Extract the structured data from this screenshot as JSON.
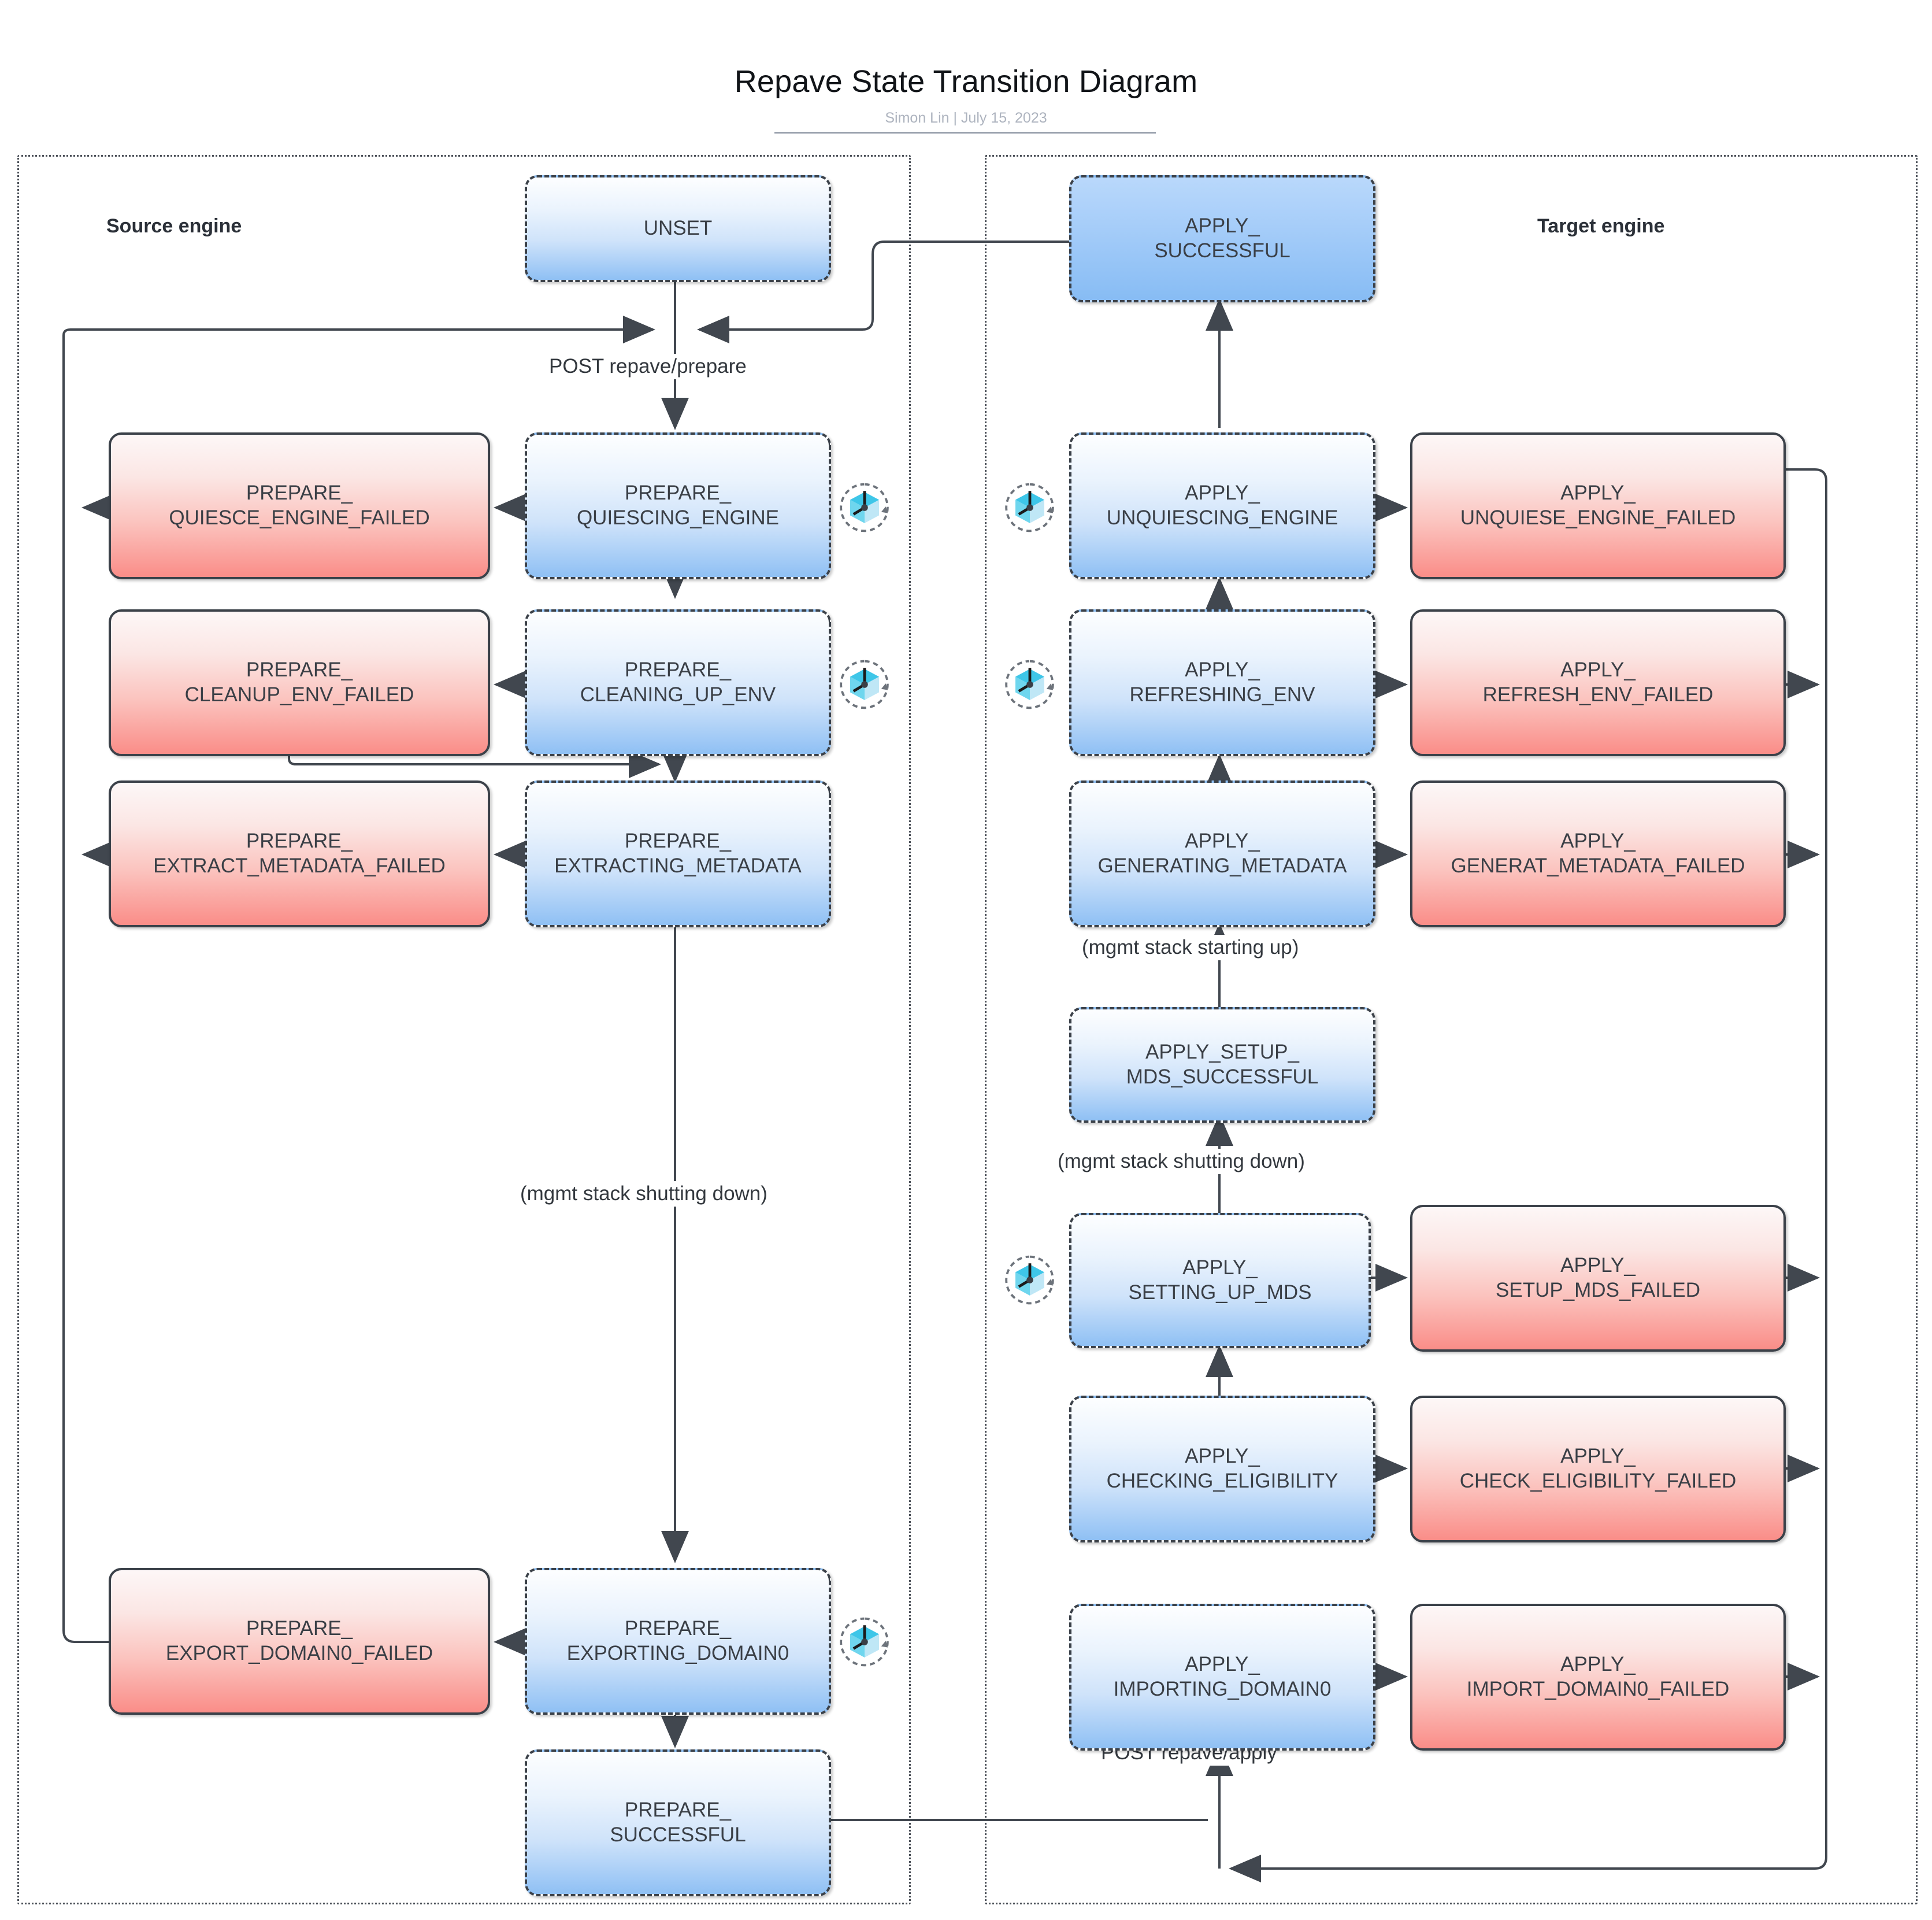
{
  "header": {
    "title": "Repave State Transition Diagram",
    "subtitle": "Simon Lin  |  July 15, 2023"
  },
  "lanes": [
    {
      "id": "source",
      "label": "Source engine"
    },
    {
      "id": "target",
      "label": "Target engine"
    }
  ],
  "nodes": {
    "unset": {
      "label": "UNSET",
      "kind": "blue"
    },
    "prepare_quiescing": {
      "label": "PREPARE_\nQUIESCING_ENGINE",
      "kind": "blue"
    },
    "prepare_quiesce_failed": {
      "label": "PREPARE_\nQUIESCE_ENGINE_FAILED",
      "kind": "red"
    },
    "prepare_cleaning": {
      "label": "PREPARE_\nCLEANING_UP_ENV",
      "kind": "blue"
    },
    "prepare_cleanup_failed": {
      "label": "PREPARE_\nCLEANUP_ENV_FAILED",
      "kind": "red"
    },
    "prepare_extracting": {
      "label": "PREPARE_\nEXTRACTING_METADATA",
      "kind": "blue"
    },
    "prepare_extract_failed": {
      "label": "PREPARE_\nEXTRACT_METADATA_FAILED",
      "kind": "red"
    },
    "prepare_exporting": {
      "label": "PREPARE_\nEXPORTING_DOMAIN0",
      "kind": "blue"
    },
    "prepare_export_failed": {
      "label": "PREPARE_\nEXPORT_DOMAIN0_FAILED",
      "kind": "red"
    },
    "prepare_successful": {
      "label": "PREPARE_\nSUCCESSFUL",
      "kind": "blue"
    },
    "apply_successful": {
      "label": "APPLY_\nSUCCESSFUL",
      "kind": "blue-solid"
    },
    "apply_unquiescing": {
      "label": "APPLY_\nUNQUIESCING_ENGINE",
      "kind": "blue"
    },
    "apply_unquiese_failed": {
      "label": "APPLY_\nUNQUIESE_ENGINE_FAILED",
      "kind": "red"
    },
    "apply_refreshing": {
      "label": "APPLY_\nREFRESHING_ENV",
      "kind": "blue"
    },
    "apply_refresh_failed": {
      "label": "APPLY_\nREFRESH_ENV_FAILED",
      "kind": "red"
    },
    "apply_generating": {
      "label": "APPLY_\nGENERATING_METADATA",
      "kind": "blue"
    },
    "apply_generat_failed": {
      "label": "APPLY_\nGENERAT_METADATA_FAILED",
      "kind": "red"
    },
    "apply_setup_mds_ok": {
      "label": "APPLY_SETUP_\nMDS_SUCCESSFUL",
      "kind": "blue"
    },
    "apply_setting_up_mds": {
      "label": "APPLY_\nSETTING_UP_MDS",
      "kind": "blue"
    },
    "apply_setup_mds_failed": {
      "label": "APPLY_\nSETUP_MDS_FAILED",
      "kind": "red"
    },
    "apply_checking": {
      "label": "APPLY_\nCHECKING_ELIGIBILITY",
      "kind": "blue"
    },
    "apply_check_failed": {
      "label": "APPLY_\nCHECK_ELIGIBILITY_FAILED",
      "kind": "red"
    },
    "apply_importing": {
      "label": "APPLY_\nIMPORTING_DOMAIN0",
      "kind": "blue"
    },
    "apply_import_failed": {
      "label": "APPLY_\nIMPORT_DOMAIN0_FAILED",
      "kind": "red"
    }
  },
  "edge_labels": {
    "post_prepare": "POST repave/prepare",
    "post_apply": "POST repave/apply",
    "mgmt_shutdown_left": "(mgmt stack shutting down)",
    "mgmt_starting_up": "(mgmt stack starting up)",
    "mgmt_shutdown_right": "(mgmt stack shutting down)"
  },
  "icons": {
    "clock_cube": "clock-cube-icon"
  },
  "colors": {
    "node_blue_top": "#fdfeff",
    "node_blue_bottom": "#8fc0f4",
    "node_red_top": "#fdf7f7",
    "node_red_bottom": "#fa8d88",
    "border": "#3b4149",
    "edge": "#41474f",
    "icon_cyan": "#3ec6e8",
    "subtitle": "#aeb4bf"
  }
}
